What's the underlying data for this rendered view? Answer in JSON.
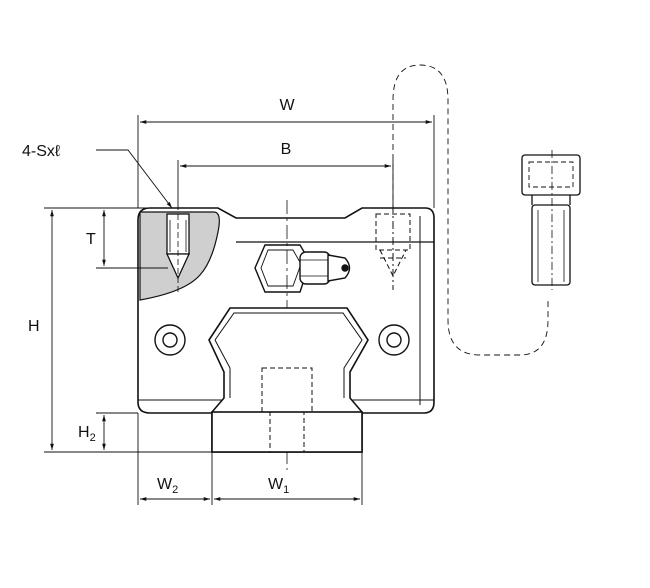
{
  "labels": {
    "w": "W",
    "b": "B",
    "screw_callout": "4-Sxℓ",
    "t": "T",
    "h": "H",
    "h2_main": "H",
    "h2_sub": "2",
    "w2_main": "W",
    "w2_sub": "2",
    "w1_main": "W",
    "w1_sub": "1"
  }
}
